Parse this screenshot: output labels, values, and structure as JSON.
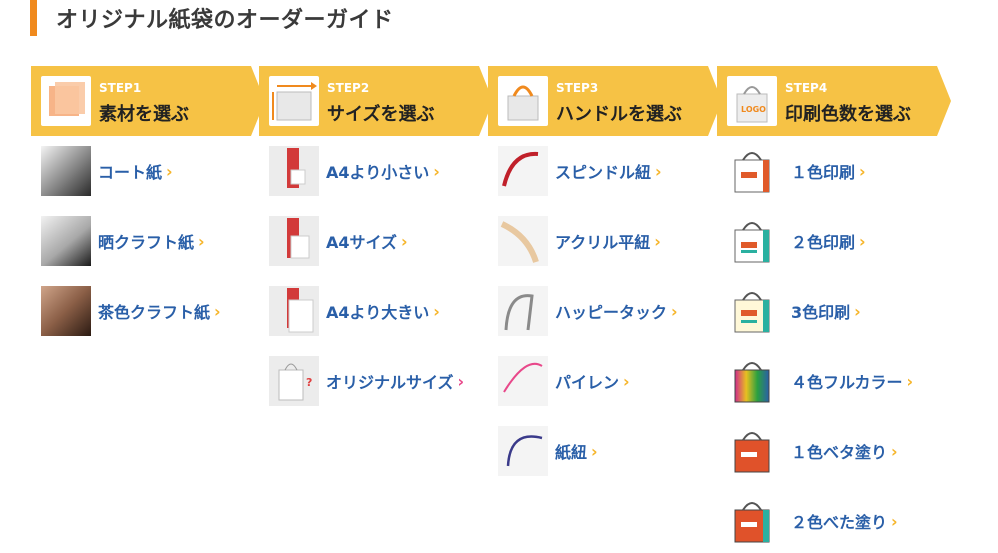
{
  "page": {
    "title": "オリジナル紙袋のオーダーガイド"
  },
  "steps": [
    {
      "num": "STEP1",
      "label": "素材を選ぶ",
      "items": [
        {
          "label": "コート紙",
          "icon": "coated-paper-swatch",
          "chev": "›"
        },
        {
          "label": "晒クラフト紙",
          "icon": "bleached-kraft-swatch",
          "chev": "›"
        },
        {
          "label": "茶色クラフト紙",
          "icon": "brown-kraft-swatch",
          "chev": "›"
        }
      ]
    },
    {
      "num": "STEP2",
      "label": "サイズを選ぶ",
      "items": [
        {
          "label": "A4より小さい",
          "icon": "person-small-bag",
          "chev": "›"
        },
        {
          "label": "A4サイズ",
          "icon": "person-a4-bag",
          "chev": "›"
        },
        {
          "label": "A4より大きい",
          "icon": "person-large-bag",
          "chev": "›"
        },
        {
          "label": "オリジナルサイズ",
          "icon": "custom-size-bag",
          "chev": "›",
          "badge": "?"
        }
      ]
    },
    {
      "num": "STEP3",
      "label": "ハンドルを選ぶ",
      "items": [
        {
          "label": "スピンドル紐",
          "icon": "spindle-cord",
          "chev": "›"
        },
        {
          "label": "アクリル平紐",
          "icon": "acrylic-flat-cord",
          "chev": "›"
        },
        {
          "label": "ハッピータック",
          "icon": "happy-tack-handle",
          "chev": "›"
        },
        {
          "label": "パイレン",
          "icon": "pylen-cord",
          "chev": "›"
        },
        {
          "label": "紙紐",
          "icon": "paper-cord",
          "chev": "›"
        }
      ]
    },
    {
      "num": "STEP4",
      "label": "印刷色数を選ぶ",
      "logo_text": "LOGO",
      "items": [
        {
          "label": "１色印刷",
          "icon": "bag-1color",
          "chev": "›"
        },
        {
          "label": "２色印刷",
          "icon": "bag-2color",
          "chev": "›"
        },
        {
          "label": "3色印刷",
          "icon": "bag-3color",
          "chev": "›"
        },
        {
          "label": "４色フルカラー",
          "icon": "bag-fullcolor",
          "chev": "›"
        },
        {
          "label": "１色ベタ塗り",
          "icon": "bag-1color-solid",
          "chev": "›"
        },
        {
          "label": "２色べた塗り",
          "icon": "bag-2color-solid",
          "chev": "›"
        }
      ]
    }
  ],
  "colors": {
    "accent": "#f08a1e",
    "step_bg": "#f6c245",
    "link": "#2a5fa8",
    "chevron": "#f6b52a"
  }
}
